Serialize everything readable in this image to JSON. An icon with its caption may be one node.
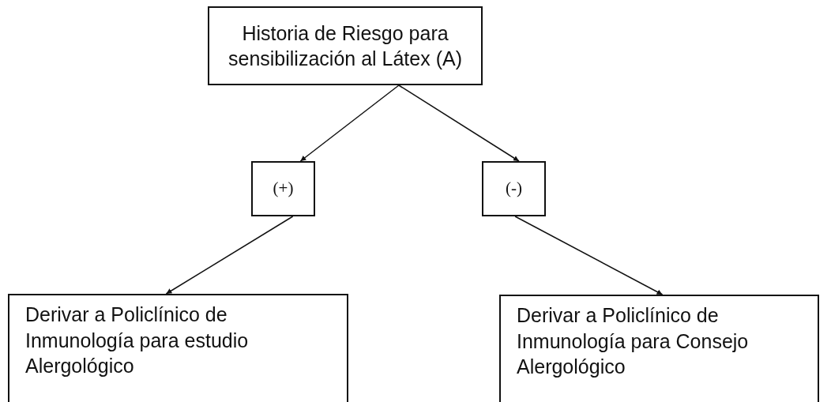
{
  "diagram": {
    "nodes": [
      {
        "text": [
          "Historia de Riesgo para sensibilización al Látex (A)"
        ]
      },
      {
        "text": [
          "(+)"
        ]
      },
      {
        "text": [
          "(-)"
        ]
      },
      {
        "text": [
          "Derivar a Policlínico de Inmunología para estudio Alergológico"
        ]
      },
      {
        "text": [
          "Derivar a Policlínico de Inmunología para Consejo Alergológico"
        ]
      }
    ],
    "edges": [
      {
        "from": 0,
        "to": 1,
        "arrow": "to"
      },
      {
        "from": 0,
        "to": 2,
        "arrow": "to"
      },
      {
        "from": 1,
        "to": 3,
        "arrow": "to"
      },
      {
        "from": 2,
        "to": 4,
        "arrow": "to"
      }
    ]
  }
}
